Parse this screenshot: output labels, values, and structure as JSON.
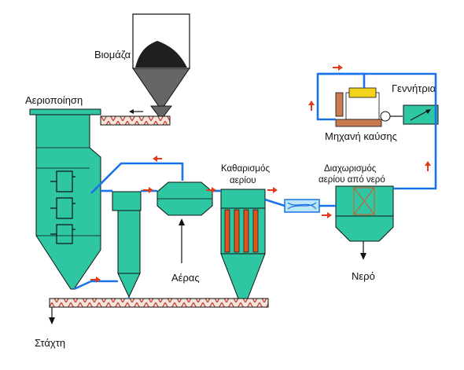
{
  "labels": {
    "biomass": "Βιομάζα",
    "gasification": "Αεριοποίηση",
    "gas_cleaning_line1": "Καθαρισμός",
    "gas_cleaning_line2": "αερίου",
    "gas_water_separation_line1": "Διαχωρισμός",
    "gas_water_separation_line2": "αερίου από νερό",
    "generator": "Γεννήτρια",
    "combustion_engine": "Μηχανή καύσης",
    "air": "Αέρας",
    "water": "Νερό",
    "ash": "Στάχτη"
  },
  "colors": {
    "equipment": "#2fc6a3",
    "pipe": "#1a73e8",
    "flow_arrow": "#e23b1b",
    "conveyor": "#d9a08a",
    "outline": "#111111",
    "hopper_body": "#ffffff",
    "biomass_fill": "#1f1f1f",
    "engine_tray": "#f3d21c",
    "engine_base": "#c87b4f",
    "filter_bars": "#e0541f"
  }
}
